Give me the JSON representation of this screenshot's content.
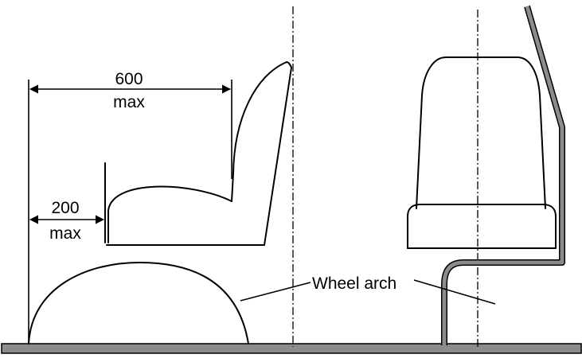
{
  "labels": {
    "dim_600_value": "600",
    "dim_600_unit": "max",
    "dim_200_value": "200",
    "dim_200_unit": "max",
    "wheel_arch": "Wheel arch"
  },
  "colors": {
    "line": "#000000",
    "floor_fill": "#8c8c8c",
    "seat_frame": "#8c8c8c"
  }
}
